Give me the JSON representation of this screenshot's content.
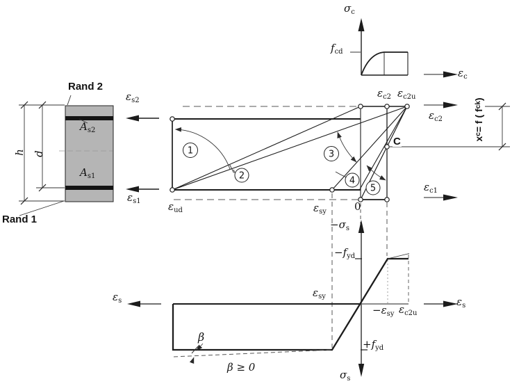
{
  "concrete_curve": {
    "axis_y": {
      "base": "σ",
      "sub": "c"
    },
    "f_cd": {
      "base": "f",
      "sub": "cd"
    },
    "axis_x": {
      "base": "ε",
      "sub": "c"
    }
  },
  "cross_section": {
    "rand2": "Rand 2",
    "rand1": "Rand 1",
    "as2": {
      "base": "A",
      "sub": "s2"
    },
    "as1": {
      "base": "A",
      "sub": "s1"
    },
    "h": "h",
    "d": "d"
  },
  "strain_diagram": {
    "eps_s2": {
      "base": "ε",
      "sub": "s2"
    },
    "eps_s1": {
      "base": "ε",
      "sub": "s1"
    },
    "eps_ud": {
      "base": "ε",
      "sub": "ud"
    },
    "eps_sy": {
      "base": "ε",
      "sub": "sy"
    },
    "zero": "0",
    "eps_c2_top": {
      "base": "ε",
      "sub": "c2"
    },
    "eps_c2u_top": {
      "base": "ε",
      "sub": "c2u"
    },
    "eps_c2_axis": {
      "base": "ε",
      "sub": "c2"
    },
    "eps_c1_axis": {
      "base": "ε",
      "sub": "c1"
    },
    "point_c": "C",
    "x_c": {
      "p1": "x",
      "s1": "c",
      "p2": " = f ( f",
      "s2": "ck",
      "p3": " )"
    },
    "domains": [
      "1",
      "2",
      "3",
      "4",
      "5"
    ]
  },
  "steel_curve": {
    "minus_sigma_s": {
      "base": "−σ",
      "sub": "s"
    },
    "sigma_s": {
      "base": "σ",
      "sub": "s"
    },
    "minus_f_yd": {
      "base": "−f",
      "sub": "yd"
    },
    "plus_f_yd": {
      "base": "+f",
      "sub": "yd"
    },
    "eps_sy": {
      "base": "ε",
      "sub": "sy"
    },
    "minus_eps_sy": {
      "base": "−ε",
      "sub": "sy"
    },
    "eps_c2u": {
      "base": "ε",
      "sub": "c2u"
    },
    "eps_s_left": {
      "base": "ε",
      "sub": "s"
    },
    "eps_s_right": {
      "base": "ε",
      "sub": "s"
    },
    "beta": "β",
    "beta_condition": "β ≥ 0"
  },
  "colors": {
    "line": "#1c1c1c",
    "section_fill": "#b5b5b5",
    "dash": "#555555",
    "reinforcement": "#141414"
  }
}
